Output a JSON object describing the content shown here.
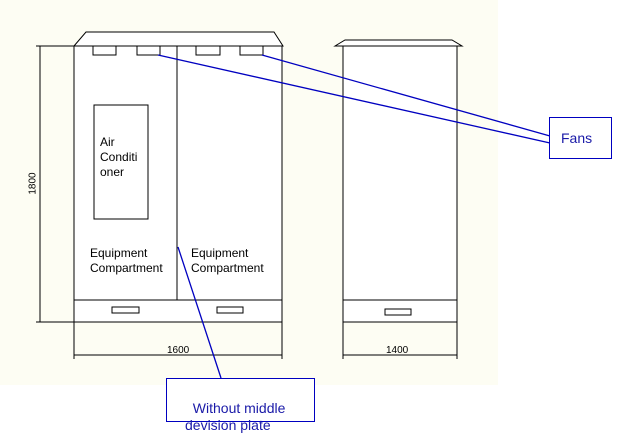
{
  "diagram": {
    "background_color": "#fdfdf3",
    "line_color": "#000000",
    "callout_color": "#0000c0",
    "front_view": {
      "air_conditioner_label": "Air\nConditi\noner",
      "left_compartment_label": "Equipment\nCompartment",
      "right_compartment_label": "Equipment\nCompartment",
      "height_dimension": "1800",
      "width_dimension": "1600"
    },
    "side_view": {
      "width_dimension": "1400"
    },
    "callouts": {
      "fans": "Fans",
      "middle_plate": "Without middle\ndevision plate"
    }
  }
}
